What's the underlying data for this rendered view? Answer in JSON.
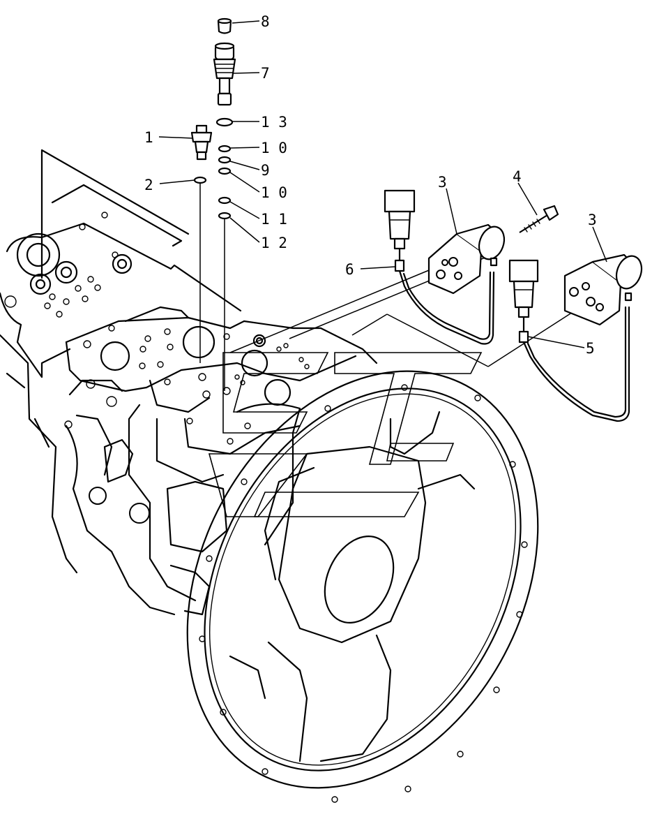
{
  "callouts": [
    {
      "id": "c8",
      "text": "8"
    },
    {
      "id": "c7",
      "text": "7"
    },
    {
      "id": "c13",
      "text": "1 3"
    },
    {
      "id": "c1",
      "text": "1"
    },
    {
      "id": "c10a",
      "text": "1 0"
    },
    {
      "id": "c9",
      "text": "9"
    },
    {
      "id": "c2",
      "text": "2"
    },
    {
      "id": "c10b",
      "text": "1 0"
    },
    {
      "id": "c11",
      "text": "1 1"
    },
    {
      "id": "c12",
      "text": "1 2"
    },
    {
      "id": "c3a",
      "text": "3"
    },
    {
      "id": "c4",
      "text": "4"
    },
    {
      "id": "c3b",
      "text": "3"
    },
    {
      "id": "c6",
      "text": "6"
    },
    {
      "id": "c5",
      "text": "5"
    }
  ]
}
